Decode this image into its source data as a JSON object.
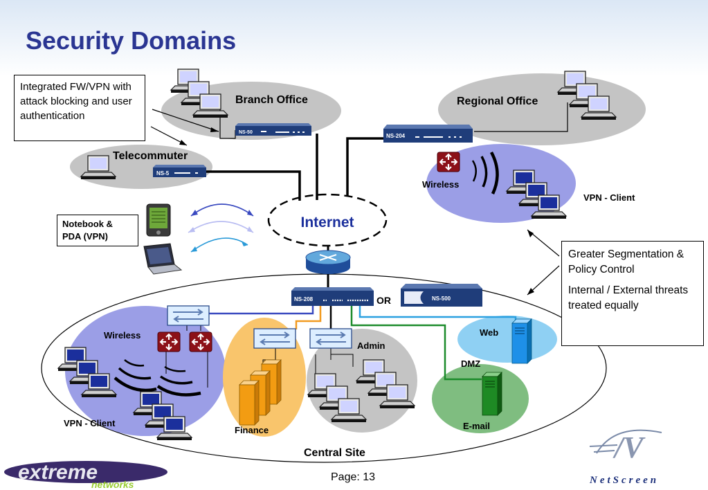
{
  "title": "Security Domains",
  "callouts": {
    "fw_vpn": "Integrated FW/VPN with attack blocking and user authentication",
    "notebook_pda": "Notebook & PDA (VPN)",
    "segmentation": "Greater Segmentation & Policy Control",
    "threats": "Internal / External threats treated equally"
  },
  "labels": {
    "branch_office": "Branch Office",
    "regional_office": "Regional Office",
    "telecommuter": "Telecommuter",
    "internet": "Internet",
    "wireless_regional": "Wireless",
    "vpn_client_regional": "VPN - Client",
    "or": "OR",
    "wireless_central": "Wireless",
    "vpn_client_central": "VPN - Client",
    "finance": "Finance",
    "admin": "Admin",
    "web": "Web",
    "dmz": "DMZ",
    "email": "E-mail",
    "central_site": "Central Site"
  },
  "devices": {
    "ns50": "NS-50",
    "ns204": "NS-204",
    "ns5": "NS-5",
    "ns208": "NS-208",
    "ns500": "NS-500"
  },
  "footer": {
    "page": "Page: 13",
    "logo_extreme_top": "extreme",
    "logo_extreme_bottom": "networks",
    "logo_netscreen": "NetScreen"
  },
  "colors": {
    "title": "#2a3592",
    "gray_cloud": "#c4c4c4",
    "wireless_cloud": "#9b9ee6",
    "finance_cloud": "#f9c56c",
    "web_cloud": "#8fd0f3",
    "email_cloud": "#7fbd80",
    "device_blue": "#1f3d7a",
    "router_red": "#8c1118"
  },
  "icons": {
    "pc": "desktop-computer-icon",
    "router": "router-icon",
    "switch": "switch-icon",
    "server": "server-icon",
    "pda": "pda-icon",
    "laptop": "laptop-icon"
  }
}
